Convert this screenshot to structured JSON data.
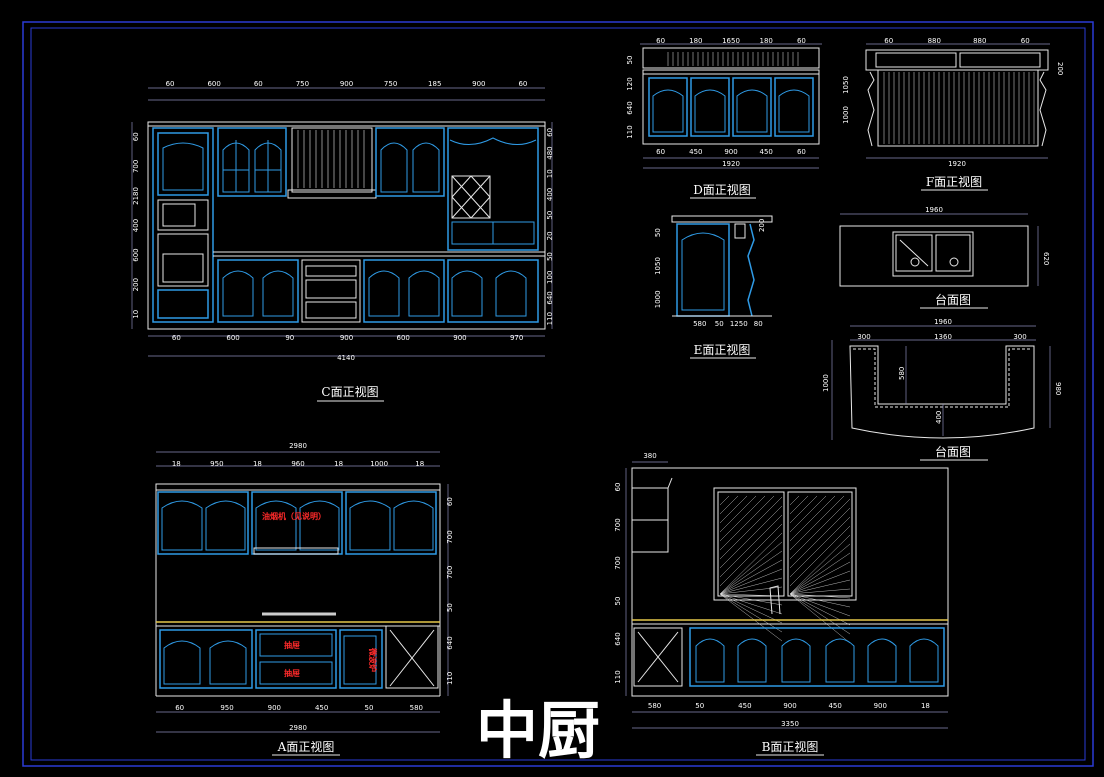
{
  "title": "中厨",
  "colors": {
    "frame": "#2a3bd6",
    "door": "#2f9be6",
    "line": "#e8e8e8",
    "dim": "#8a8ab8",
    "red": "#ff2a2a",
    "yellow": "#e6c84a"
  },
  "views": {
    "c": {
      "caption": "C面正视图",
      "top_dims": [
        "60",
        "600",
        "60",
        "750",
        "900",
        "750",
        "185",
        "900",
        "60"
      ],
      "bottom_dims": [
        "60",
        "600",
        "90",
        "900",
        "600",
        "900",
        "970"
      ],
      "total": "4140",
      "left_dims": [
        "60",
        "700",
        "2180",
        "400",
        "600",
        "200",
        "10"
      ],
      "right_dims": [
        "60",
        "480",
        "10",
        "400",
        "50",
        "20",
        "50",
        "100",
        "640",
        "110"
      ]
    },
    "d": {
      "caption": "D面正视图",
      "top_dims": [
        "60",
        "180",
        "1650",
        "180",
        "60"
      ],
      "bottom_dims": [
        "60",
        "450",
        "900",
        "450",
        "60"
      ],
      "total": "1920",
      "left_dims": [
        "50",
        "120",
        "640",
        "110"
      ]
    },
    "f": {
      "caption": "F面正视图",
      "top_dims": [
        "60",
        "880",
        "880",
        "60"
      ],
      "total": "1920",
      "left_dims": [
        "1050",
        "1000"
      ],
      "right_dims": [
        "200"
      ]
    },
    "e": {
      "caption": "E面正视图",
      "left_dims": [
        "50",
        "1050",
        "1000"
      ],
      "right_dims": [
        "200"
      ],
      "bottom_dims": [
        "580",
        "50",
        "1250",
        "80"
      ]
    },
    "counter1": {
      "caption": "台面图",
      "width": "1960",
      "depth": "620"
    },
    "counter2": {
      "caption": "台面图",
      "width": "1960",
      "dims": [
        "300",
        "1360",
        "300"
      ],
      "left": "1000",
      "inner": "580",
      "right": "980",
      "bottom": "400"
    },
    "a": {
      "caption": "A面正视图",
      "total_top": "2980",
      "top_dims": [
        "18",
        "950",
        "18",
        "960",
        "18",
        "1000",
        "18"
      ],
      "bottom_dims": [
        "60",
        "950",
        "900",
        "450",
        "50",
        "580"
      ],
      "total_bottom": "2980",
      "right_dims": [
        "60",
        "700",
        "700",
        "50",
        "640",
        "110"
      ],
      "hood_label": "油烟机（见说明）",
      "drawer1": "抽屉",
      "drawer2": "抽屉",
      "side_label": "微波炉"
    },
    "b": {
      "caption": "B面正视图",
      "top_dim": "380",
      "left_dims": [
        "60",
        "700",
        "700",
        "50",
        "640",
        "110"
      ],
      "bottom_dims": [
        "580",
        "50",
        "450",
        "900",
        "450",
        "900",
        "18"
      ],
      "total": "3350"
    }
  }
}
